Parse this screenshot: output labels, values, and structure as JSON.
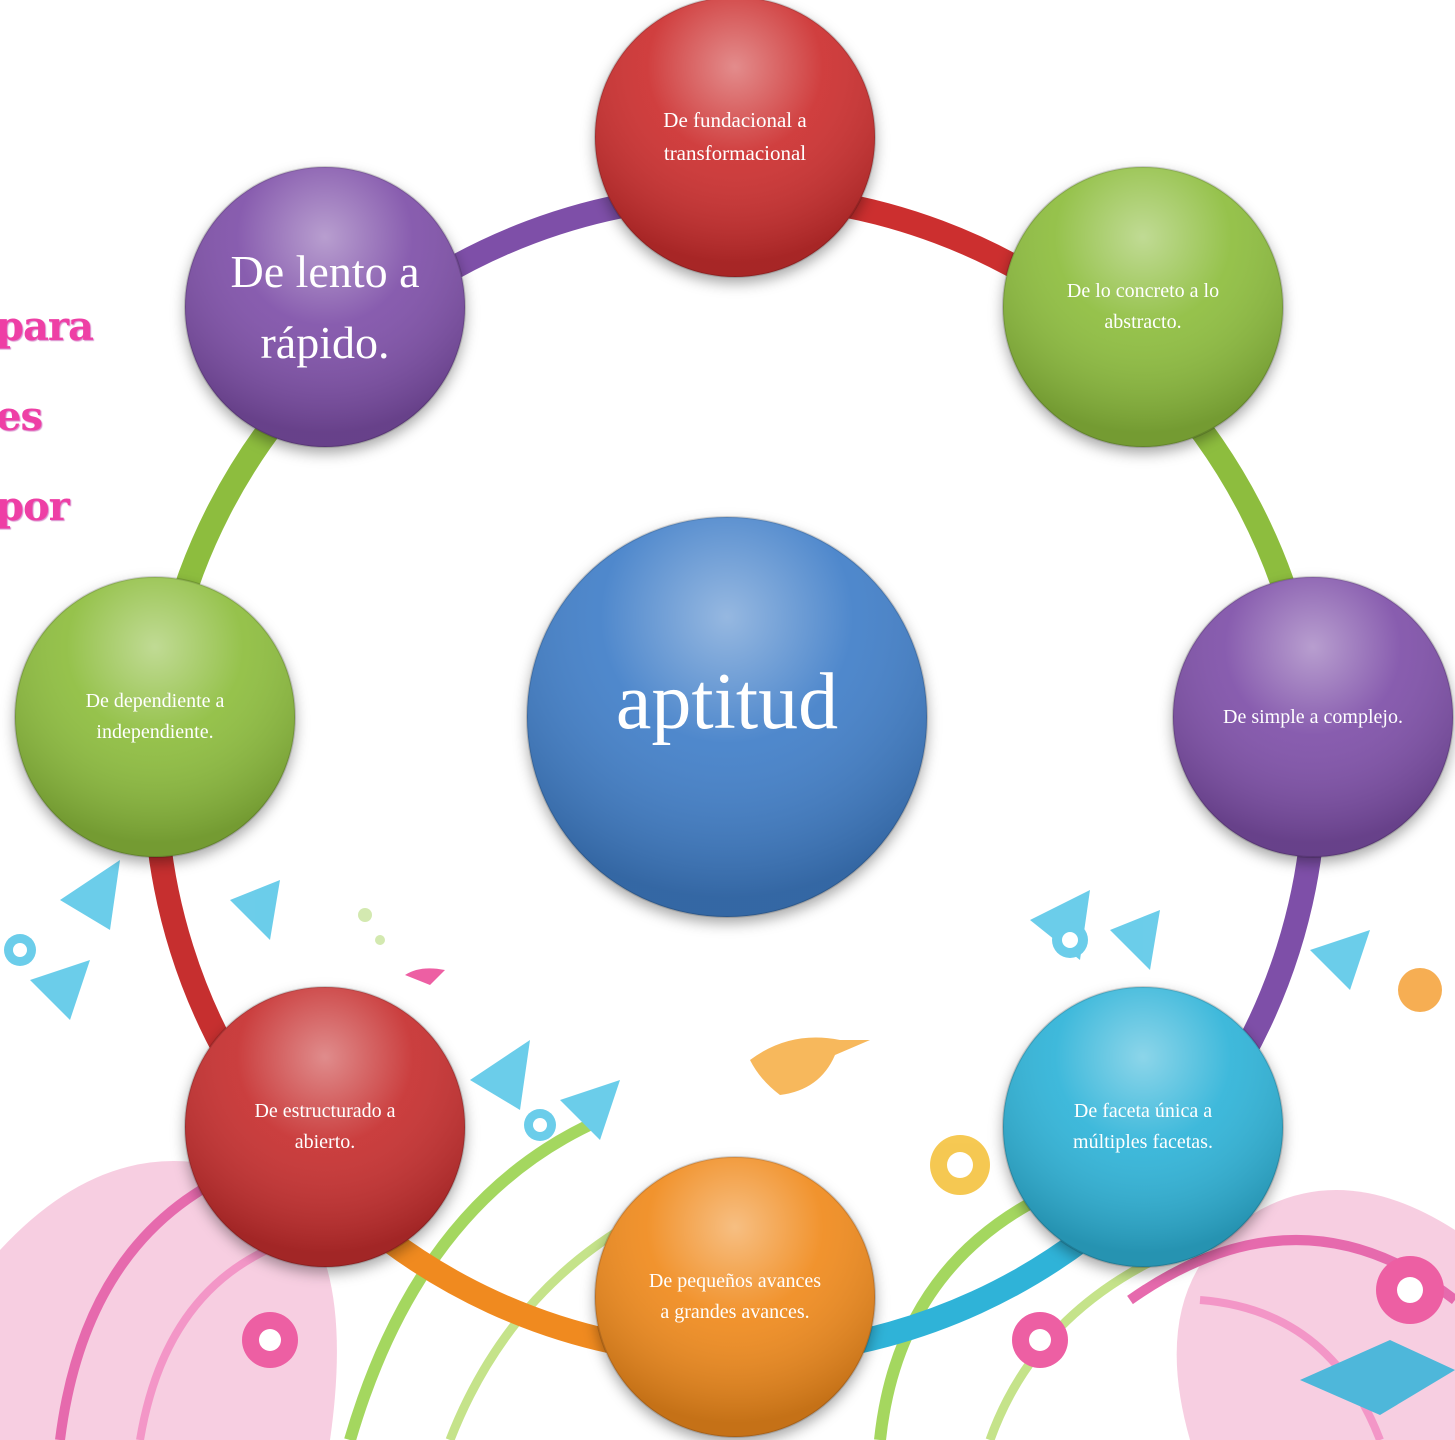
{
  "side_fragments": [
    "para",
    "es",
    "por"
  ],
  "center": {
    "label": "aptitud",
    "color": "#3f7ec8"
  },
  "cycle_nodes": [
    {
      "id": "fundacional",
      "label": "De fundacional  a transformacional",
      "color": "#cc2f2f"
    },
    {
      "id": "concreto",
      "label": "De lo concreto a lo abstracto.",
      "color": "#8dbd3e"
    },
    {
      "id": "simple",
      "label": "De simple a complejo.",
      "color": "#7e4fa8"
    },
    {
      "id": "faceta",
      "label": "De faceta única a múltiples facetas.",
      "color": "#2fb3d8"
    },
    {
      "id": "pequenos",
      "label": "De pequeños avances a grandes avances.",
      "color": "#f08a1f"
    },
    {
      "id": "estructurado",
      "label": "De estructurado a abierto.",
      "color": "#c62f2f"
    },
    {
      "id": "dependiente",
      "label": "De dependiente a independiente.",
      "color": "#8dbd3e"
    },
    {
      "id": "lento",
      "label": "De lento a rápido.",
      "color": "#7e4fa8"
    }
  ]
}
